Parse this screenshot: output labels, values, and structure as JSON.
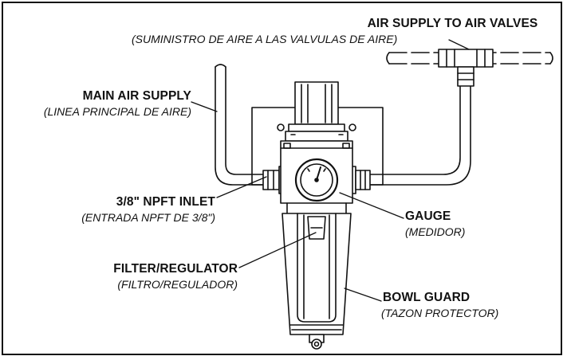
{
  "labels": {
    "air_supply_valves": {
      "title": "AIR SUPPLY TO AIR VALVES",
      "subtitle": "(SUMINISTRO DE AIRE A LAS VALVULAS DE AIRE)"
    },
    "main_air_supply": {
      "title": "MAIN AIR SUPPLY",
      "subtitle": "(LINEA PRINCIPAL DE AIRE)"
    },
    "inlet": {
      "title": "3/8\" NPFT INLET",
      "subtitle": "(ENTRADA NPFT DE 3/8\")"
    },
    "gauge": {
      "title": "GAUGE",
      "subtitle": "(MEDIDOR)"
    },
    "filter_regulator": {
      "title": "FILTER/REGULATOR",
      "subtitle": "(FILTRO/REGULADOR)"
    },
    "bowl_guard": {
      "title": "BOWL GUARD",
      "subtitle": "(TAZON PROTECTOR)"
    }
  }
}
